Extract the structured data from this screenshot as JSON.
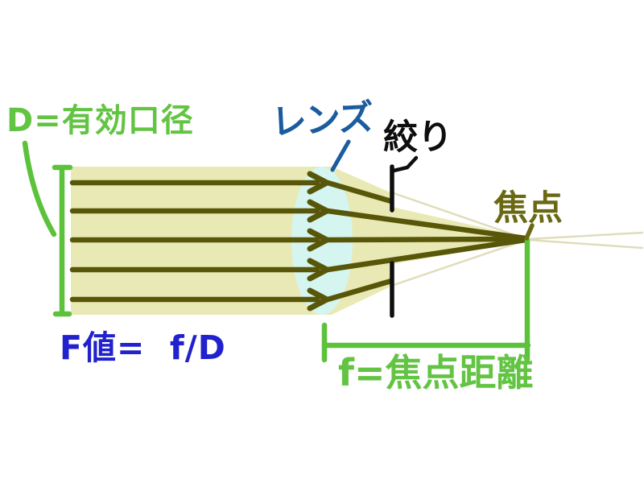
{
  "labels": {
    "effective_aperture": "D=有効口径",
    "lens": "レンズ",
    "aperture_stop": "絞り",
    "focal_point": "焦点",
    "f_number_formula": "F値=  f/D",
    "focal_length": "f=焦点距離"
  },
  "figure": {
    "ray_count": 5
  },
  "colors": {
    "label_green": "#63c443",
    "measure_green": "#5cc23c",
    "beam_fill": "#e9e9b5",
    "ray_olive": "#585608",
    "lens_fill": "#d5f5f0",
    "lens_label_blue": "#1a5c9e",
    "formula_blue": "#2121cd",
    "aperture_black": "#0e0e0e",
    "focal_label_olive": "#6a6812",
    "faint_ray": "#dcd9b4",
    "background": "#ffffff"
  }
}
